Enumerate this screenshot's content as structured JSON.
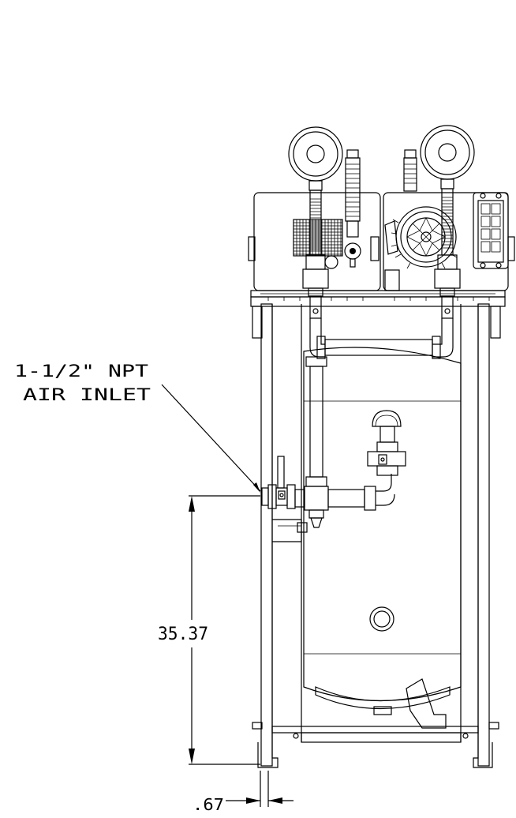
{
  "callout": {
    "line1": "1-1/2\" NPT",
    "line2": "AIR INLET"
  },
  "dimensions": {
    "height": "35.37",
    "offset": ".67"
  },
  "colors": {
    "ink": "#000000",
    "paper": "#ffffff"
  }
}
